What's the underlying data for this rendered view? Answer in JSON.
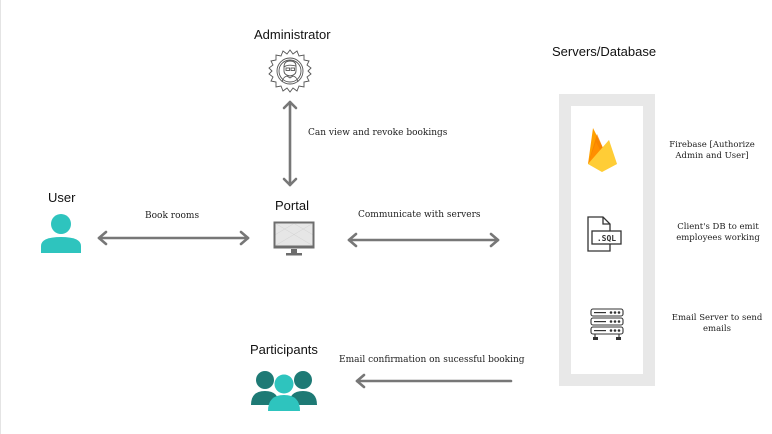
{
  "nodes": {
    "administrator": {
      "label": "Administrator",
      "icon": "admin-gear-icon"
    },
    "user": {
      "label": "User",
      "icon": "user-icon",
      "color": "#2ec4be"
    },
    "portal": {
      "label": "Portal",
      "icon": "monitor-icon"
    },
    "participants": {
      "label": "Participants",
      "icon": "group-icon",
      "colors": [
        "#1e7a75",
        "#2ec4be"
      ]
    },
    "servers": {
      "label": "Servers/Database"
    }
  },
  "edges": {
    "admin_portal": {
      "label": "Can  view  and revoke bookings",
      "direction": "bidirectional"
    },
    "user_portal": {
      "label": "Book rooms",
      "direction": "bidirectional"
    },
    "portal_servers": {
      "label": "Communicate with servers",
      "direction": "bidirectional"
    },
    "servers_participants": {
      "label": "Email confirmation on sucessful booking",
      "direction": "to-participants"
    }
  },
  "servers": {
    "items": [
      {
        "name": "firebase",
        "icon": "firebase-icon",
        "desc_line1": "Firebase [Authorize",
        "desc_line2": "Admin and User]"
      },
      {
        "name": "client-db",
        "icon": "sql-file-icon",
        "icon_text": ".SQL",
        "desc_line1": "Client's DB to emit",
        "desc_line2": "employees working"
      },
      {
        "name": "email-server",
        "icon": "server-rack-icon",
        "desc_line1": "Email Server to send",
        "desc_line2": "emails"
      }
    ]
  },
  "colors": {
    "arrow": "#777777",
    "teal": "#2ec4be",
    "dark_teal": "#1e7a75",
    "panel": "#e8e8e8"
  }
}
